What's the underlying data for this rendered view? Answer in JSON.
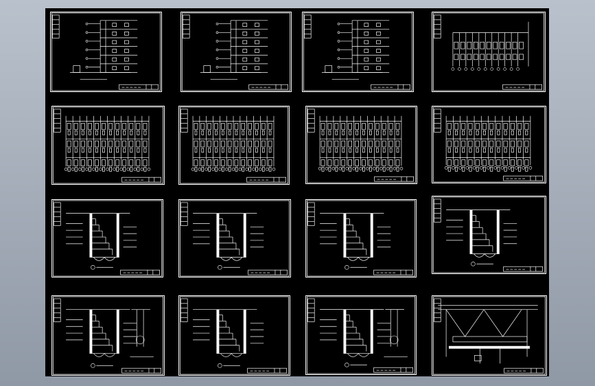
{
  "viewer": {
    "background_top": "#b9c1cc",
    "background_bottom": "#8f98a5",
    "canvas_color": "#000000",
    "line_color": "#ffffff"
  },
  "sheets": [
    {
      "name": "sheet-1-1",
      "kind": "riser-tall"
    },
    {
      "name": "sheet-1-2",
      "kind": "riser-tall"
    },
    {
      "name": "sheet-1-3",
      "kind": "riser-tall"
    },
    {
      "name": "sheet-1-4",
      "kind": "riser-row"
    },
    {
      "name": "sheet-2-1",
      "kind": "grid-boxes"
    },
    {
      "name": "sheet-2-2",
      "kind": "grid-boxes"
    },
    {
      "name": "sheet-2-3",
      "kind": "grid-boxes"
    },
    {
      "name": "sheet-2-4",
      "kind": "grid-boxes"
    },
    {
      "name": "sheet-3-1",
      "kind": "section"
    },
    {
      "name": "sheet-3-2",
      "kind": "section"
    },
    {
      "name": "sheet-3-3",
      "kind": "section"
    },
    {
      "name": "sheet-3-4",
      "kind": "section"
    },
    {
      "name": "sheet-4-1",
      "kind": "section-detail"
    },
    {
      "name": "sheet-4-2",
      "kind": "section"
    },
    {
      "name": "sheet-4-3",
      "kind": "section-detail"
    },
    {
      "name": "sheet-4-4",
      "kind": "pipe-detail"
    }
  ]
}
